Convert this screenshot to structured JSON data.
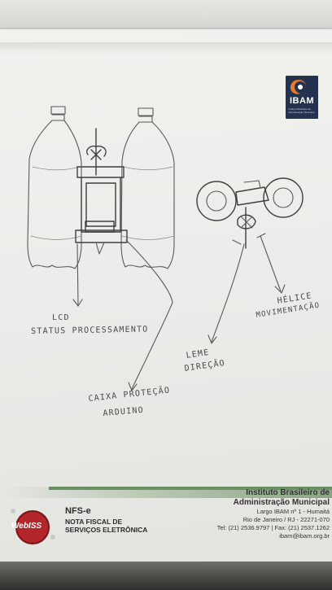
{
  "labels": {
    "lcd": "LCD",
    "status": "STATUS PROCESSAMENTO",
    "caixa_line1": "CAIXA PROTEÇÃO",
    "caixa_line2": "ARDUINO",
    "leme_line1": "LEME",
    "leme_line2": "DIREÇÃO",
    "helice_line1": "HÉLICE",
    "helice_line2": "MOVIMENTAÇÃO"
  },
  "logo": {
    "word": "IBAM",
    "tagline": "Instituto Brasileiro de Administração Municipal",
    "color": "#23324f",
    "accent": "#e8782a"
  },
  "footer": {
    "brand": "WebISS",
    "nfse_title": "NFS-e",
    "nfse_subtitle": "NOTA FISCAL DE SERVIÇOS ELETRÔNICA",
    "org_line1": "Instituto Brasileiro de",
    "org_line2": "Administração Municipal",
    "address1": "Largo IBAM nº 1 - Humaitá",
    "address2": "Rio de Janeiro / RJ - 22271-070",
    "phone": "Tel: (21) 2536.9797 | Fax: (21) 2537.1262",
    "email": "ibam@ibam.org.br",
    "accent_green": "#6c8f66",
    "brand_red": "#b3262b"
  }
}
